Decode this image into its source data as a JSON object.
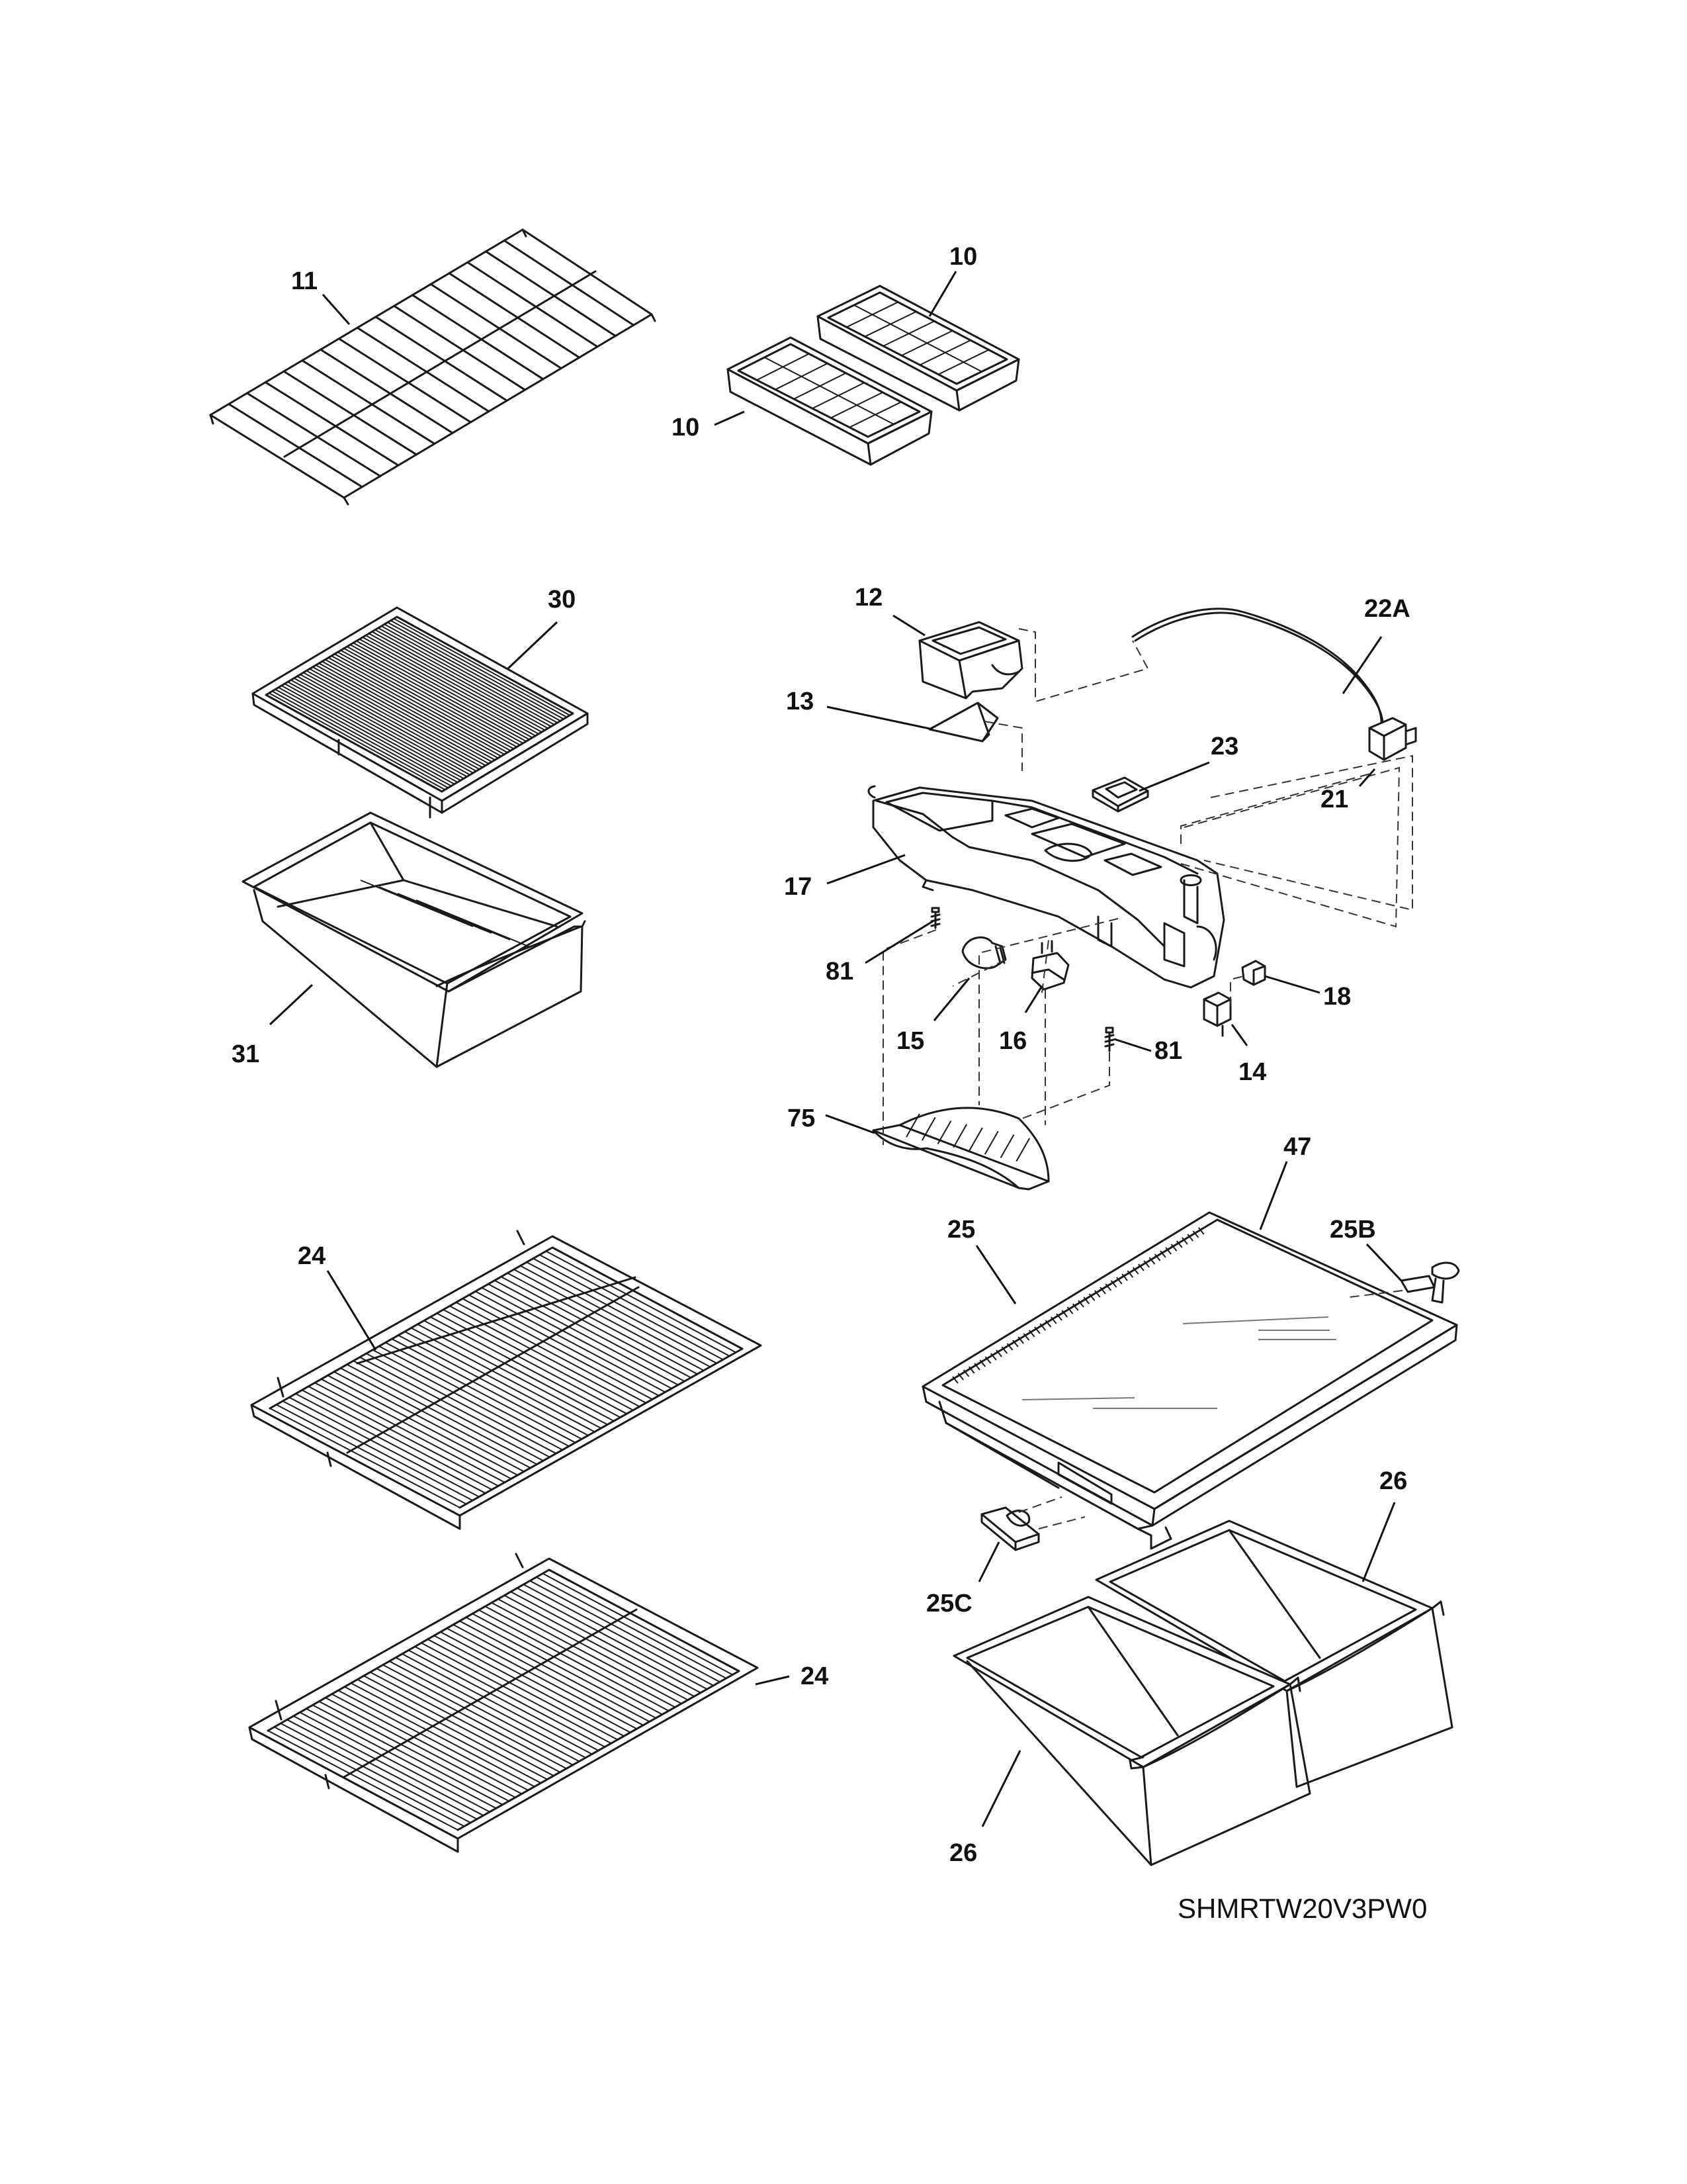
{
  "model_code": "SHMRTW20V3PW0",
  "callouts": {
    "c11": "11",
    "c10a": "10",
    "c10b": "10",
    "c30": "30",
    "c31": "31",
    "c12": "12",
    "c13": "13",
    "c22A": "22A",
    "c23": "23",
    "c21": "21",
    "c17": "17",
    "c81a": "81",
    "c81b": "81",
    "c15": "15",
    "c16": "16",
    "c18": "18",
    "c14": "14",
    "c75": "75",
    "c47": "47",
    "c25": "25",
    "c25B": "25B",
    "c24a": "24",
    "c24b": "24",
    "c25C": "25C",
    "c26a": "26",
    "c26b": "26"
  }
}
